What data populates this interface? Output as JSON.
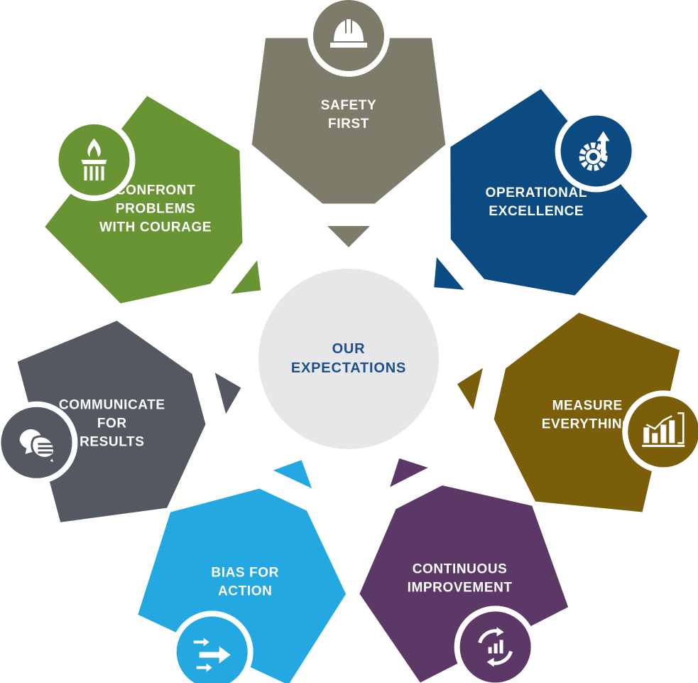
{
  "center": {
    "lines": [
      "OUR",
      "EXPECTATIONS"
    ],
    "fill": "#e6e7e8",
    "text_color": "#1c4f8c"
  },
  "values": [
    {
      "id": "safety-first",
      "lines": [
        "SAFETY",
        "FIRST"
      ],
      "color": "#7d7c6a",
      "icon": "hard-hat-icon"
    },
    {
      "id": "operational-excellence",
      "lines": [
        "OPERATIONAL",
        "EXCELLENCE"
      ],
      "color": "#0c4a82",
      "icon": "gear-arrow-icon"
    },
    {
      "id": "measure-everything",
      "lines": [
        "MEASURE",
        "EVERYTHING"
      ],
      "color": "#7a5e0a",
      "icon": "bar-chart-icon"
    },
    {
      "id": "continuous-improvement",
      "lines": [
        "CONTINUOUS",
        "IMPROVEMENT"
      ],
      "color": "#5b3865",
      "icon": "cycle-chart-icon"
    },
    {
      "id": "bias-for-action",
      "lines": [
        "BIAS FOR",
        "ACTION"
      ],
      "color": "#23a8e1",
      "icon": "arrows-icon"
    },
    {
      "id": "communicate-for-results",
      "lines": [
        "COMMUNICATE",
        "FOR",
        "RESULTS"
      ],
      "color": "#545861",
      "icon": "chat-bubbles-icon"
    },
    {
      "id": "confront-problems-with-courage",
      "lines": [
        "CONFRONT",
        "PROBLEMS",
        "WITH COURAGE"
      ],
      "color": "#699433",
      "icon": "torch-icon"
    }
  ]
}
